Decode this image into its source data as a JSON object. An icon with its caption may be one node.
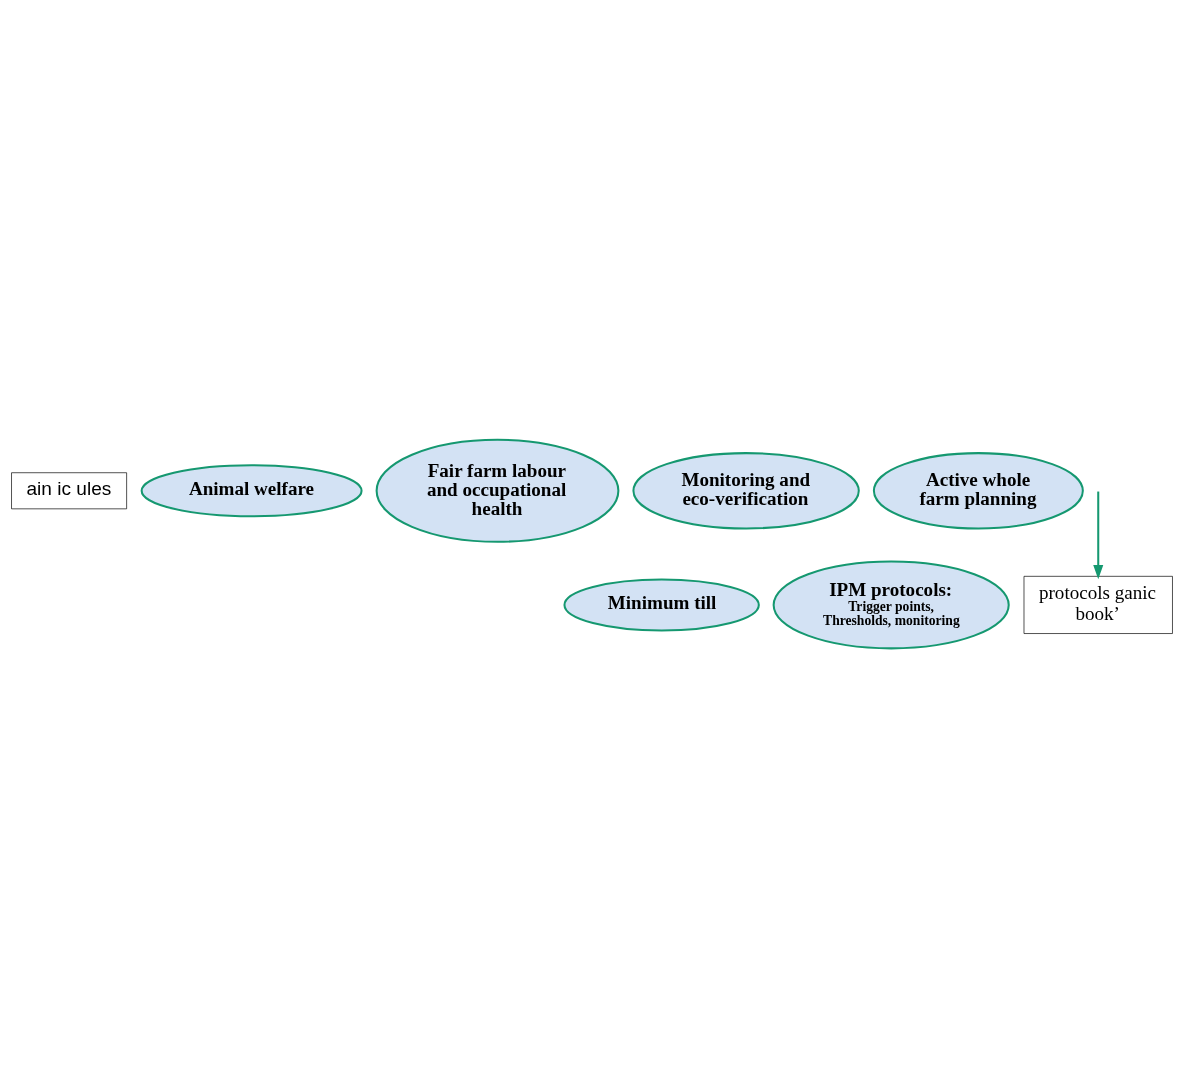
{
  "diagram": {
    "nodes": [
      {
        "text": [
          "ain ic ules"
        ]
      },
      {
        "text": [
          "Animal welfare"
        ]
      },
      {
        "text": [
          "Fair farm labour and occupational health"
        ]
      },
      {
        "text": [
          "Monitoring and eco-verification"
        ]
      },
      {
        "text": [
          "Active whole farm planning"
        ]
      },
      {
        "text": [
          "Minimum till"
        ]
      },
      {
        "text": [
          "IPM protocols:",
          "Trigger points, Thresholds, monitoring"
        ]
      },
      {
        "text": [
          "protocols ganic book’"
        ]
      }
    ],
    "edges": [
      {
        "from": null,
        "to": 7,
        "arrow": "to",
        "color": "#159870"
      }
    ]
  }
}
